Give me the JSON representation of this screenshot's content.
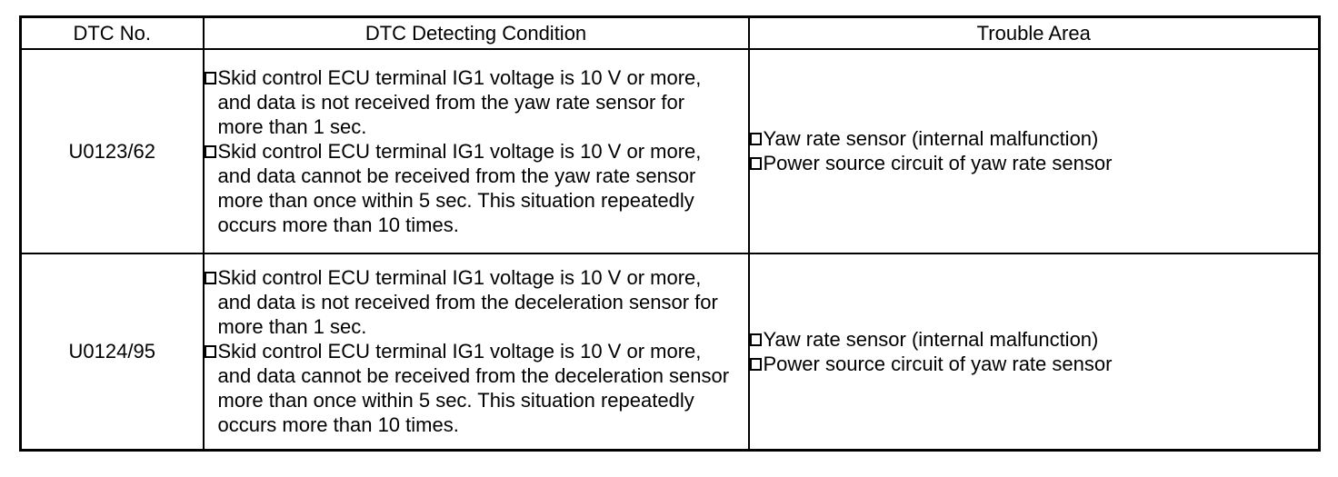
{
  "page": {
    "background_color": "#ffffff",
    "line_color": "#000000",
    "text_color": "#000000"
  },
  "table": {
    "columns": [
      {
        "label": "DTC No."
      },
      {
        "label": "DTC Detecting Condition"
      },
      {
        "label": "Trouble Area"
      }
    ],
    "bullet_icon": "square-bullet",
    "rows": [
      {
        "dtc_no": "U0123/62",
        "conditions": [
          "Skid control ECU terminal IG1 voltage is 10 V or more, and data is not received from the yaw rate sensor for more than 1 sec.",
          "Skid control ECU terminal IG1 voltage is 10 V or more, and data cannot be received from the yaw rate sensor more than once within 5 sec. This situation repeatedly occurs more than 10 times."
        ],
        "trouble_areas": [
          "Yaw rate sensor (internal malfunction)",
          "Power source circuit of yaw rate sensor"
        ]
      },
      {
        "dtc_no": "U0124/95",
        "conditions": [
          "Skid control ECU terminal IG1 voltage is 10 V or more, and data is not received from the deceleration sensor for more than 1 sec.",
          "Skid control ECU terminal IG1 voltage is 10 V or more, and data cannot be received from the deceleration sensor more than once within 5 sec. This situation repeatedly occurs more than 10 times."
        ],
        "trouble_areas": [
          "Yaw rate sensor (internal malfunction)",
          "Power source circuit of yaw rate sensor"
        ]
      }
    ]
  }
}
